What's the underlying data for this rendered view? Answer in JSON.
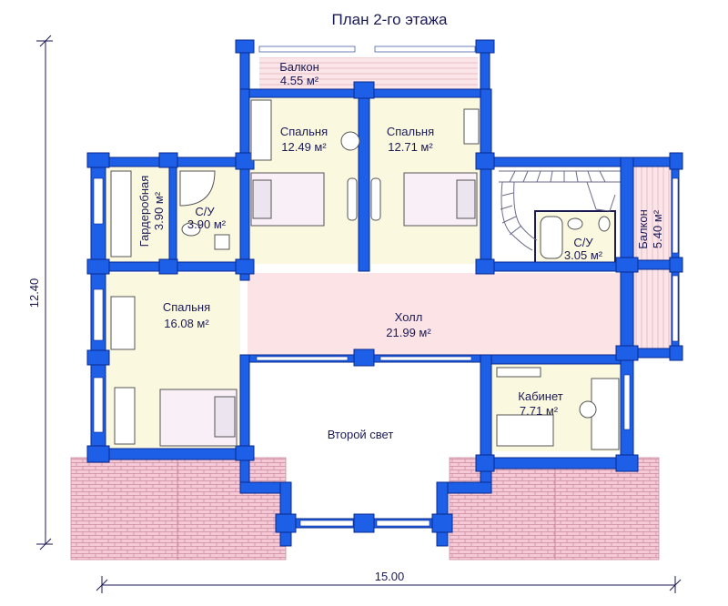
{
  "title": "План 2-го этажа",
  "dimensions": {
    "height": "12.40",
    "width": "15.00"
  },
  "rooms": {
    "balcony_top": {
      "name": "Балкон",
      "area": "4.55 м²"
    },
    "bedroom_1": {
      "name": "Спальня",
      "area": "12.49 м²"
    },
    "bedroom_2": {
      "name": "Спальня",
      "area": "12.71 м²"
    },
    "wardrobe": {
      "name": "Гардеробная",
      "area": "3.90 м²"
    },
    "bathroom_1": {
      "name": "С/У",
      "area": "3.90 м²"
    },
    "bathroom_2": {
      "name": "С/У",
      "area": "3.05 м²"
    },
    "balcony_right": {
      "name": "Балкон",
      "area": "5.40 м²"
    },
    "bedroom_3": {
      "name": "Спальня",
      "area": "16.08 м²"
    },
    "hall": {
      "name": "Холл",
      "area": "21.99 м²"
    },
    "study": {
      "name": "Кабинет",
      "area": "7.71 м²"
    },
    "second_light": {
      "name": "Второй свет"
    }
  },
  "colors": {
    "wall": "#1e5fe8",
    "wall_outline": "#0a2a8a",
    "room_fill": "#fbf8e0",
    "hall_fill": "#fbe3e6",
    "balcony_fill": "#fce8ea",
    "paving_fill": "#f5c6d4",
    "text": "#1a1a55"
  }
}
